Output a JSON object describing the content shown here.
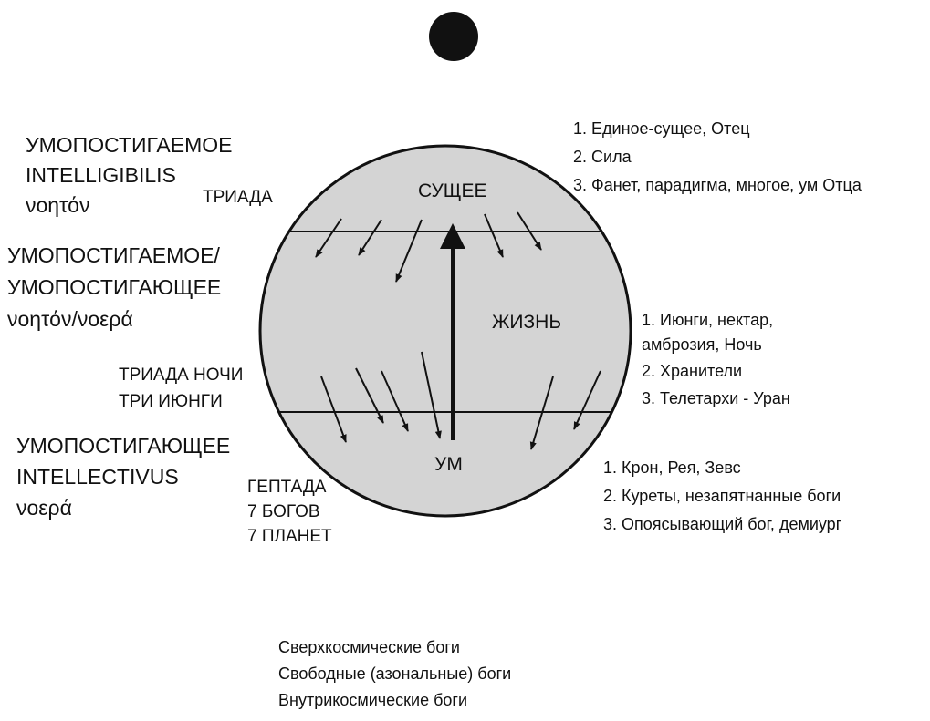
{
  "left": {
    "intelligible": [
      "УМОПОСТИГАЕМОЕ",
      "INTELLIGIBILIS",
      "νοητόν"
    ],
    "intelligible_intellective": [
      "УМОПОСТИГАЕМОЕ/",
      "УМОПОСТИГАЮЩЕЕ",
      "νοητόν/νοερά"
    ],
    "intellective": [
      "УМОПОСТИГАЮЩЕЕ",
      "INTELLECTIVUS",
      "νοερά"
    ]
  },
  "middle_labels": {
    "triad": "ТРИАДА",
    "night_triad": [
      "ТРИАДА НОЧИ",
      "ТРИ ИЮНГИ"
    ],
    "heptad": [
      "ГЕПТАДА",
      "7 БОГОВ",
      "7 ПЛАНЕТ"
    ]
  },
  "circle": {
    "being": "СУЩЕЕ",
    "life": "ЖИЗНЬ",
    "mind": "УМ"
  },
  "right": {
    "being_list": [
      "1. Единое-сущее, Отец",
      "2. Сила",
      "3. Фанет, парадигма, многое, ум Отца"
    ],
    "life_list": [
      "1. Июнги, нектар,",
      "амброзия, Ночь",
      "2. Хранители",
      "3. Телетархи - Уран"
    ],
    "mind_list": [
      "1. Крон, Рея, Зевс",
      "2. Куреты, незапятнанные боги",
      "3. Опоясывающий бог, демиург"
    ]
  },
  "bottom": [
    "Сверхкосмические боги",
    "Свободные (азональные) боги",
    "Внутрикосмические боги"
  ],
  "colors": {
    "circle_fill": "#d4d4d4",
    "ink": "#111111",
    "background": "#ffffff"
  }
}
